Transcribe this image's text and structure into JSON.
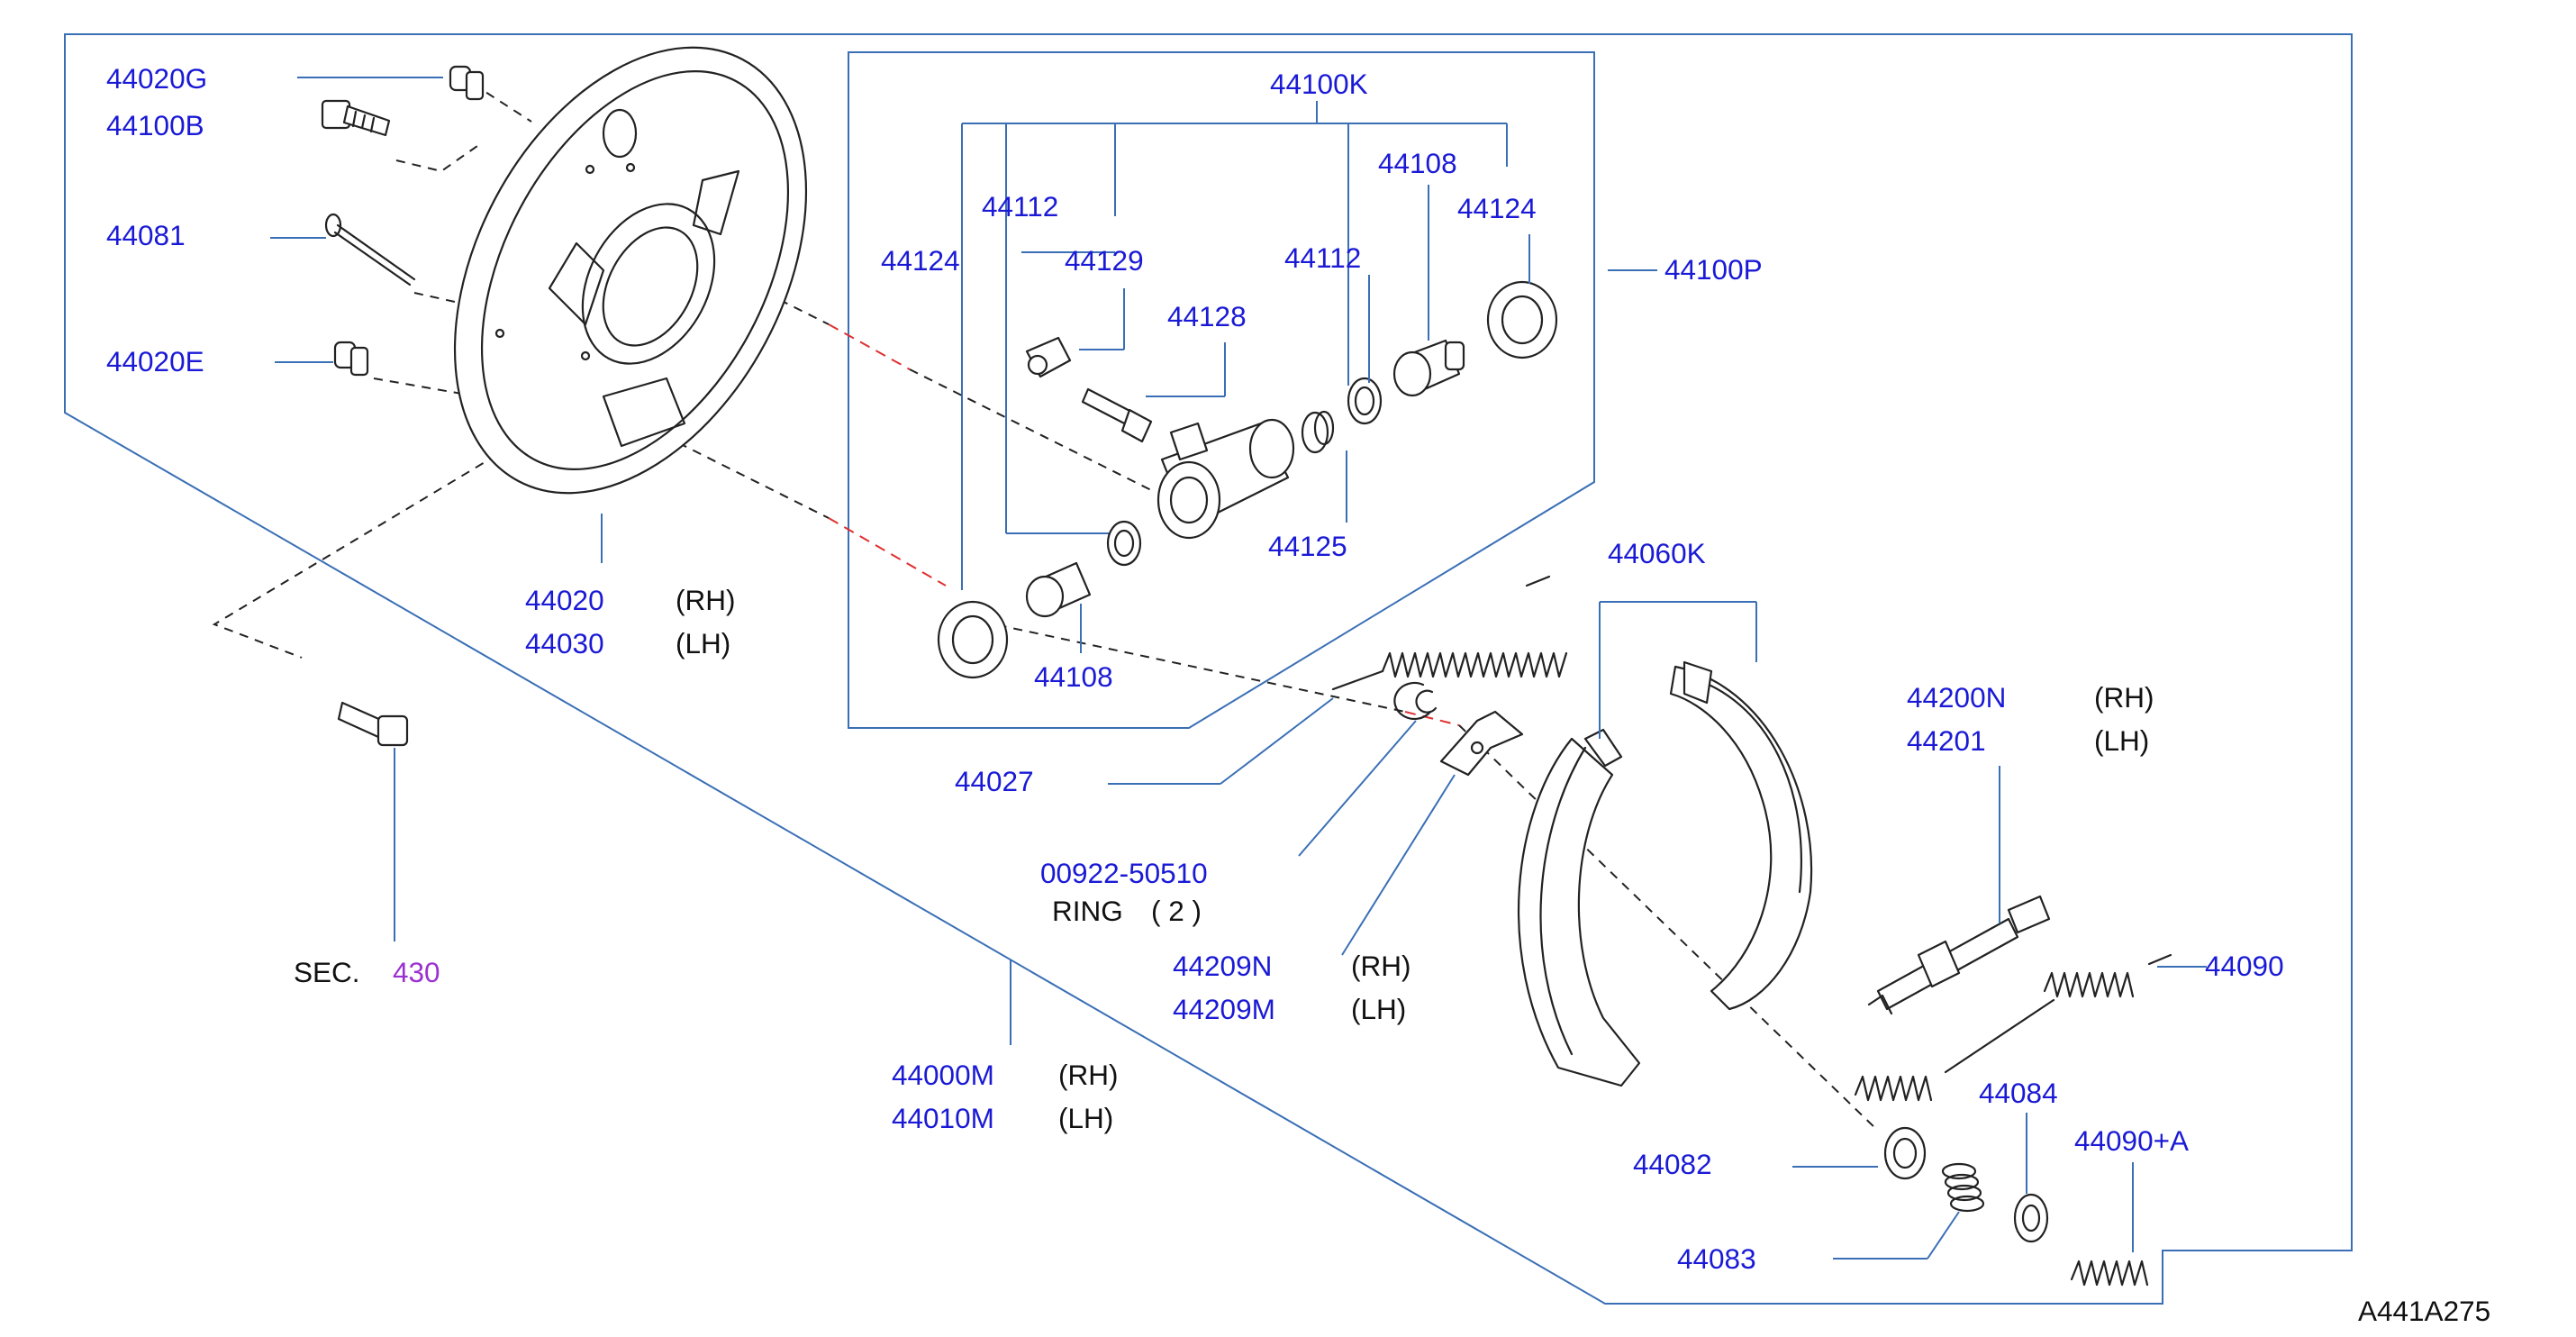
{
  "diagram_code": "A441A275",
  "labels": {
    "l44020g": "44020G",
    "l44100b": "44100B",
    "l44081": "44081",
    "l44020e": "44020E",
    "l44020": "44020",
    "l44030": "44030",
    "l44100k": "44100K",
    "l44112a": "44112",
    "l44112b": "44112",
    "l44124a": "44124",
    "l44124b": "44124",
    "l44129": "44129",
    "l44128": "44128",
    "l44108a": "44108",
    "l44108b": "44108",
    "l44125": "44125",
    "l44100p": "44100P",
    "l44060k": "44060K",
    "l44027": "44027",
    "l00922": "00922-50510",
    "l44209n": "44209N",
    "l44209m": "44209M",
    "l44200n": "44200N",
    "l44201": "44201",
    "l44090": "44090",
    "l44084": "44084",
    "l44090a": "44090+A",
    "l44082": "44082",
    "l44083": "44083",
    "l44000m": "44000M",
    "l44010m": "44010M",
    "sec_prefix": "SEC.",
    "sec_num": "430"
  },
  "qualifiers": {
    "rh": "(RH)",
    "lh": "(LH)",
    "ring": "RING",
    "ring_qty": "( 2 )"
  },
  "colors": {
    "part_number": "#1a1ad6",
    "section_link": "#9b30d0",
    "leader_line": "#3a6fb5",
    "red_dash": "#e03030"
  }
}
